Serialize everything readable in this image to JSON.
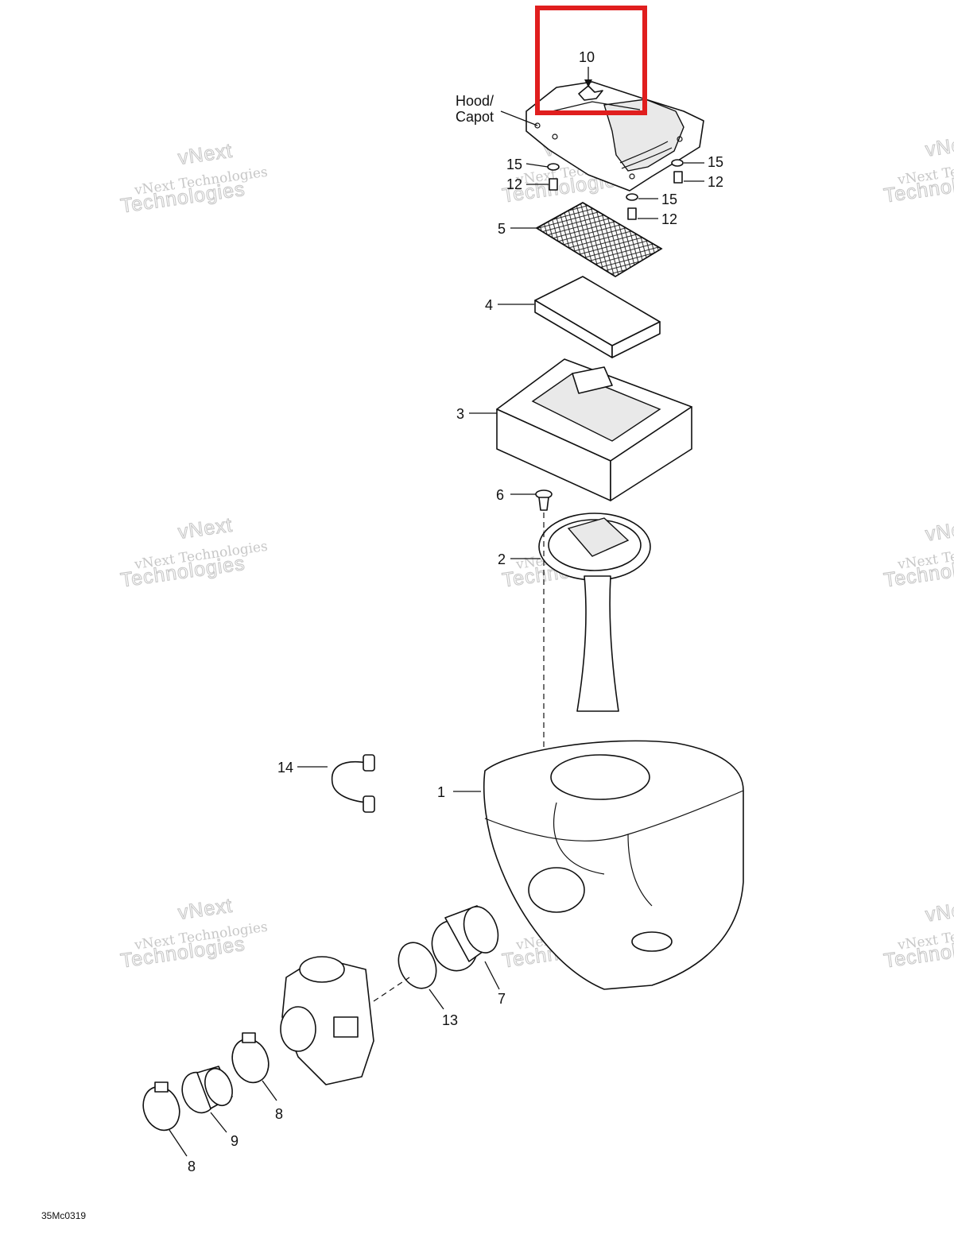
{
  "diagram_code": "35Mc0319",
  "hood_label": "Hood/",
  "hood_label_fr": "Capot",
  "watermark_line1": "vNext Technologies",
  "watermark_line2": "vNext",
  "watermark_line3": "Technologies",
  "highlight_color": "#e01e1e",
  "callouts": {
    "p1": "1",
    "p2": "2",
    "p3": "3",
    "p4": "4",
    "p5": "5",
    "p6": "6",
    "p7": "7",
    "p8a": "8",
    "p8b": "8",
    "p9": "9",
    "p10": "10",
    "p12a": "12",
    "p12b": "12",
    "p12c": "12",
    "p13": "13",
    "p14": "14",
    "p15a": "15",
    "p15b": "15",
    "p15c": "15"
  }
}
